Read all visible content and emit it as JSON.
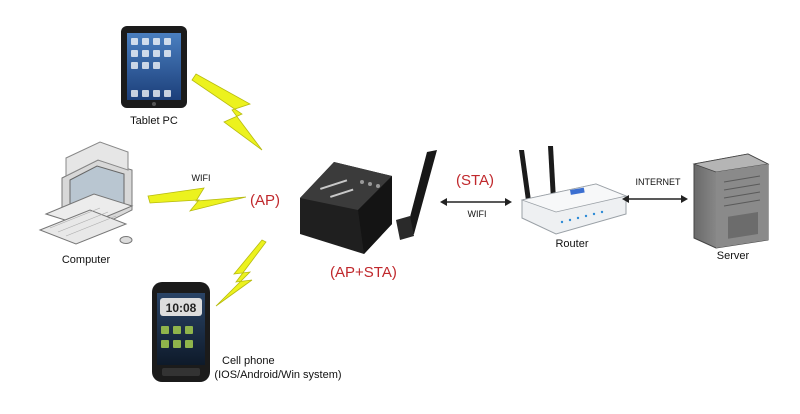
{
  "devices": {
    "tablet": {
      "label": "Tablet PC"
    },
    "computer": {
      "label": "Computer"
    },
    "phone": {
      "label_line1": "Cell phone",
      "label_line2": "(IOS/Android/Win system)",
      "screen_time": "10:08"
    },
    "router": {
      "label": "Router"
    },
    "server": {
      "label": "Server"
    }
  },
  "links": {
    "computer_wifi": "WIFI",
    "router_wifi": "WIFI",
    "internet": "INTERNET"
  },
  "modes": {
    "ap": "(AP)",
    "sta": "(STA)",
    "ap_sta": "(AP+STA)"
  },
  "colors": {
    "mode_text": "#c0282c",
    "lightning": "#ecf21e",
    "device_dark": "#1b1b1b",
    "router_body": "#eef0f2"
  },
  "icons": [
    "lightning-bolt-icon",
    "double-arrow-icon"
  ]
}
